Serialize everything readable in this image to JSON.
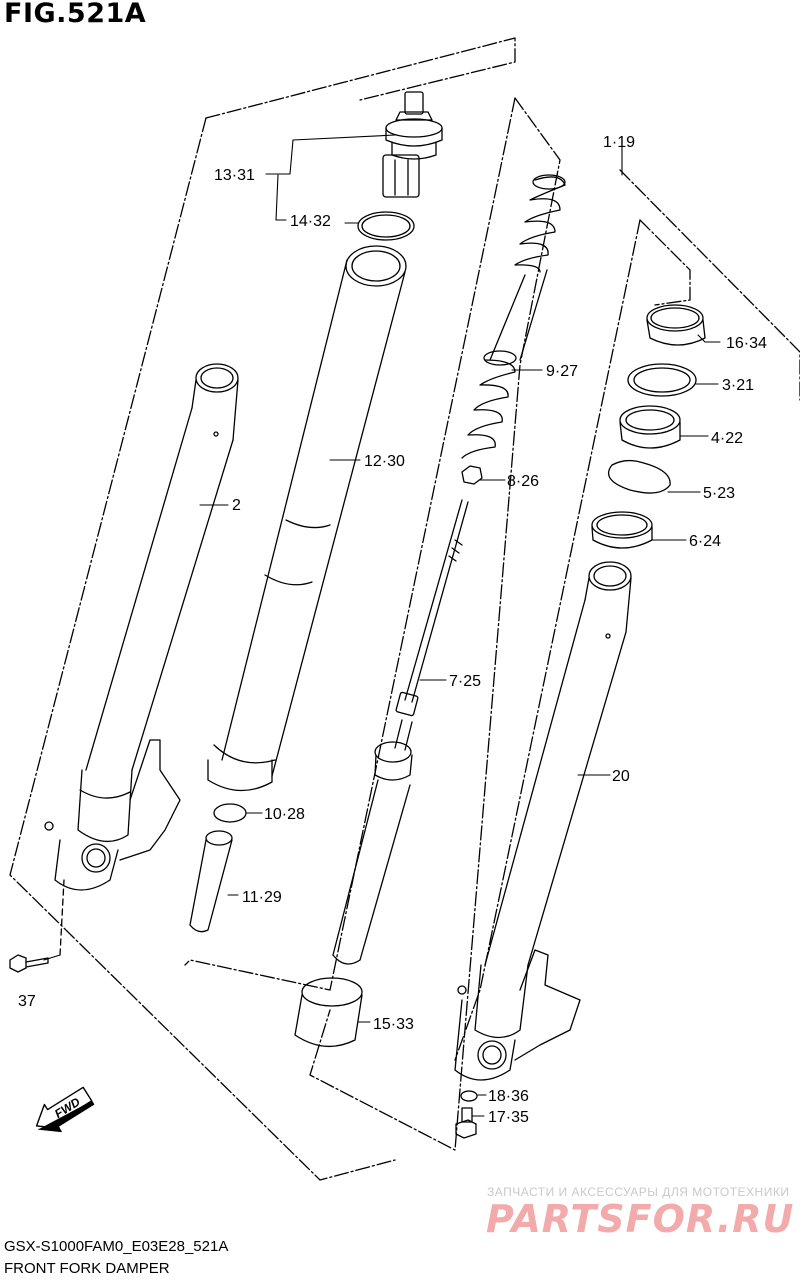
{
  "figure": {
    "title": "FIG.521A"
  },
  "callouts": {
    "c1_19": "1·19",
    "c13_31": "13·31",
    "c14_32": "14·32",
    "c2": "2",
    "c12_30": "12·30",
    "c9_27": "9·27",
    "c8_26": "8·26",
    "c16_34": "16·34",
    "c3_21": "3·21",
    "c4_22": "4·22",
    "c5_23": "5·23",
    "c6_24": "6·24",
    "c7_25": "7·25",
    "c20": "20",
    "c10_28": "10·28",
    "c11_29": "11·29",
    "c37": "37",
    "c15_33": "15·33",
    "c18_36": "18·36",
    "c17_35": "17·35"
  },
  "fwd_label": "FWD",
  "footer": {
    "code": "GSX-S1000FAM0_E03E28_521A",
    "name": "FRONT FORK DAMPER"
  },
  "watermark": {
    "text": "ЗАПЧАСТИ И АКСЕССУАРЫ ДЛЯ МОТОТЕХНИКИ",
    "logo": "PARTSFOR.RU"
  }
}
